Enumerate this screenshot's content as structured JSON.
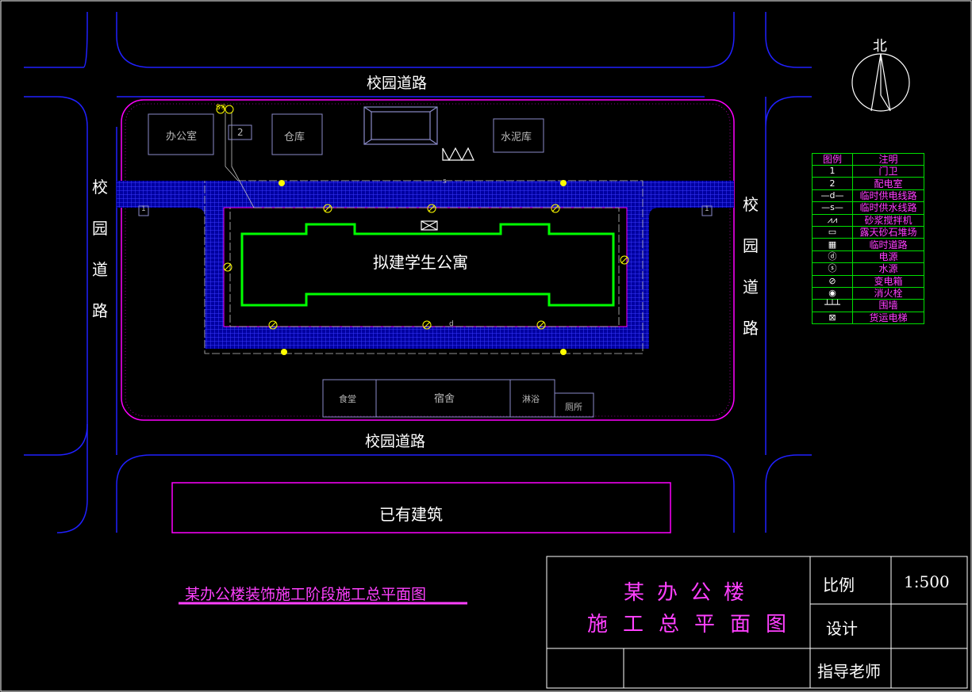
{
  "drawing": {
    "roads": {
      "top": "校园道路",
      "bottom": "校园道路",
      "left": "校园道路",
      "right": "校园道路"
    },
    "north_label": "北",
    "buildings": {
      "office": "办公室",
      "distribution_room_number": "2",
      "warehouse": "仓库",
      "cement_store": "水泥库",
      "proposed": "拟建学生公寓",
      "canteen": "食堂",
      "dormitory": "宿舍",
      "shower": "淋浴",
      "toilet": "厕所",
      "existing": "已有建筑"
    },
    "gate_number": "1",
    "water_line_marker": "s",
    "power_line_marker": "d",
    "power_symbol_letters": "S④"
  },
  "legend": {
    "headers": [
      "图例",
      "注明"
    ],
    "items": [
      {
        "symbol": "1",
        "label": "门卫"
      },
      {
        "symbol": "2",
        "label": "配电室"
      },
      {
        "symbol": "—d—",
        "label": "临时供电线路"
      },
      {
        "symbol": "—s—",
        "label": "临时供水线路"
      },
      {
        "symbol": "⩘⩘",
        "label": "砂浆搅拌机"
      },
      {
        "symbol": "▭",
        "label": "露天砂石堆场"
      },
      {
        "symbol": "▦",
        "label": "临时道路"
      },
      {
        "symbol": "ⓓ",
        "label": "电源"
      },
      {
        "symbol": "ⓢ",
        "label": "水源"
      },
      {
        "symbol": "⊘",
        "label": "变电箱"
      },
      {
        "symbol": "◉",
        "label": "消火栓"
      },
      {
        "symbol": "┴┴┴",
        "label": "围墙"
      },
      {
        "symbol": "⊠",
        "label": "货运电梯"
      }
    ]
  },
  "title_block": {
    "caption": "某办公楼装饰施工阶段施工总平面图",
    "title_line1": "某办公楼",
    "title_line2": "施工总平面图",
    "scale_label": "比例",
    "scale_value": "1:500",
    "design_label": "设计",
    "advisor_label": "指导老师"
  },
  "colors": {
    "road": "#2020ff",
    "wall": "#ff00ff",
    "building": "#8a8ac8",
    "proposed": "#00ff00",
    "legend_border": "#00e000",
    "symbol": "#ffff00"
  }
}
